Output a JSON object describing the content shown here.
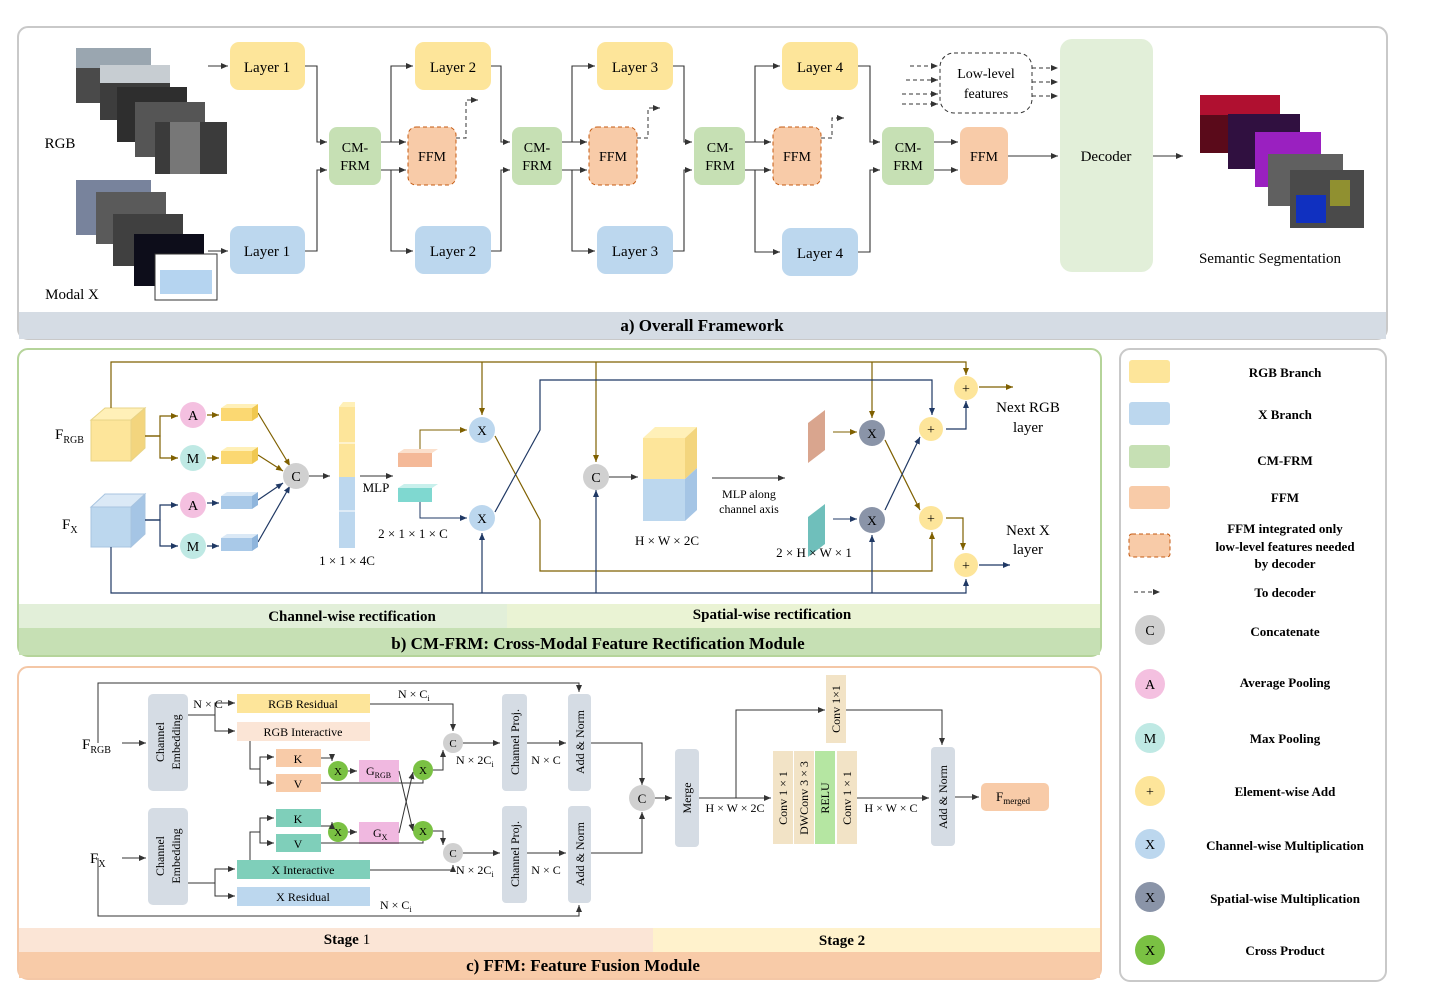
{
  "panel_a": {
    "title": "a)  Overall Framework",
    "rgb_label": "RGB",
    "modalx_label": "Modal X",
    "layers_rgb": [
      "Layer 1",
      "Layer 2",
      "Layer 3",
      "Layer 4"
    ],
    "layers_x": [
      "Layer 1",
      "Layer 2",
      "Layer 3",
      "Layer 4"
    ],
    "cmfrm": [
      "CM-",
      "FRM"
    ],
    "ffm": "FFM",
    "lowlevel": [
      "Low-level",
      "features"
    ],
    "decoder": "Decoder",
    "output": "Semantic Segmentation"
  },
  "panel_b": {
    "title": "b)  CM-FRM: Cross-Modal Feature Rectification Module",
    "frgb": "F",
    "frgb_sub": "RGB",
    "fx": "F",
    "fx_sub": "X",
    "A": "A",
    "M": "M",
    "C": "C",
    "X": "X",
    "plus": "+",
    "mlp": "MLP",
    "dim1": "1 × 1 × 4C",
    "dim2": "2 × 1 × 1 × C",
    "dim3": "H × W × 2C",
    "mlp_axis": [
      "MLP along",
      "channel axis"
    ],
    "dim4": "2 × H × W × 1",
    "next_rgb": [
      "Next RGB",
      "layer"
    ],
    "next_x": [
      "Next X",
      "layer"
    ],
    "sub_left": "Channel-wise rectification",
    "sub_right": "Spatial-wise rectification"
  },
  "panel_c": {
    "title": "c) FFM: Feature Fusion Module",
    "frgb": "F",
    "frgb_sub": "RGB",
    "fx": "F",
    "fx_sub": "X",
    "channel_embedding": [
      "Channel",
      "Embedding"
    ],
    "nxc": "N × C",
    "nxci": "N × C",
    "ci_sub": "i",
    "rgb_residual": "RGB Residual",
    "rgb_interactive": "RGB Interactive",
    "x_interactive": "X Interactive",
    "x_residual": "X Residual",
    "K": "K",
    "V": "V",
    "grgb": "G",
    "grgb_sub": "RGB",
    "gx": "G",
    "gx_sub": "X",
    "nx2ci": "N × 2C",
    "channel_proj": "Channel Proj.",
    "add_norm": "Add & Norm",
    "merge": "Merge",
    "hxwx2c": "H × W × 2C",
    "conv1": "Conv 1 × 1",
    "dwconv": "DWConv 3 × 3",
    "relu": "RELU",
    "conv1b": "Conv 1 × 1",
    "conv_top": "Conv 1×1",
    "hxwxc": "H × W × C",
    "fmerged": "F",
    "fmerged_sub": "merged",
    "stage1": "Stage",
    "stage1_num": "1",
    "stage2": "Stage 2"
  },
  "legend": [
    {
      "label": "RGB Branch"
    },
    {
      "label": "X Branch"
    },
    {
      "label": "CM-FRM"
    },
    {
      "label": "FFM"
    },
    {
      "label": "FFM integrated only low-level features needed by decoder",
      "lines": [
        "FFM integrated only",
        "low-level features needed",
        "by decoder"
      ]
    },
    {
      "label": "To decoder"
    },
    {
      "label": "Concatenate",
      "symbol": "C"
    },
    {
      "label": "Average Pooling",
      "symbol": "A"
    },
    {
      "label": "Max Pooling",
      "symbol": "M"
    },
    {
      "label": "Element-wise Add",
      "symbol": "+"
    },
    {
      "label": "Channel-wise Multiplication",
      "symbol": "X"
    },
    {
      "label": "Spatial-wise Multiplication",
      "symbol": "X"
    },
    {
      "label": "Cross Product",
      "symbol": "X"
    }
  ],
  "colors": {
    "rgb": "#fde59a",
    "x": "#bcd7ee",
    "cmfrm": "#c6e0b4",
    "ffm": "#f8cba8",
    "decoder": "#e2efd9",
    "olive": "#7f6000",
    "navy": "#1f3864",
    "gray_bar": "#d5dce4"
  }
}
